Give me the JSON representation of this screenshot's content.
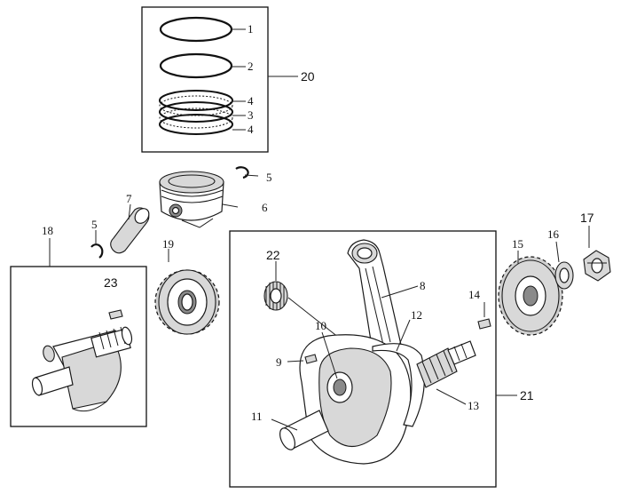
{
  "callouts": {
    "c1": "1",
    "c2": "2",
    "c3": "3",
    "c4a": "4",
    "c4b": "4",
    "c5a": "5",
    "c5b": "5",
    "c6": "6",
    "c7": "7",
    "c8": "8",
    "c9": "9",
    "c10": "10",
    "c11": "11",
    "c12": "12",
    "c13": "13",
    "c14": "14",
    "c15": "15",
    "c16": "16",
    "c17": "17",
    "c18": "18",
    "c19": "19",
    "c20": "20",
    "c21": "21",
    "c22": "22",
    "c23": "23"
  },
  "colors": {
    "line": "#111111",
    "part_fill": "#ffffff",
    "shade": "#d8d8d8"
  }
}
